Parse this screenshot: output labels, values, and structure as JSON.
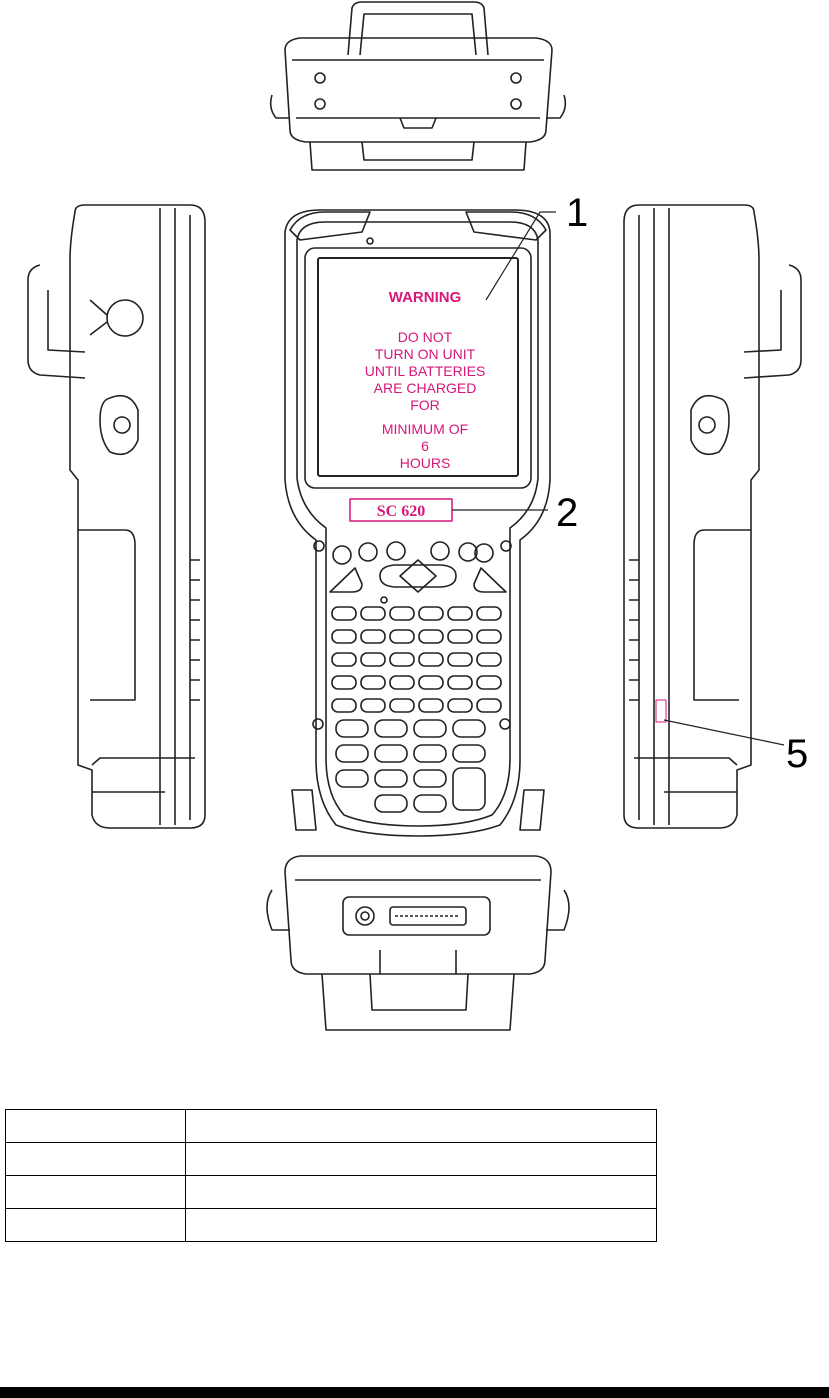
{
  "screen_warning": {
    "heading": "WARNING",
    "lines": [
      "DO NOT",
      "TURN ON UNIT",
      "UNTIL BATTERIES",
      "ARE CHARGED",
      "FOR",
      "MINIMUM OF",
      "6",
      "HOURS"
    ]
  },
  "model_label": "SC 620",
  "callouts": [
    "1",
    "2",
    "5"
  ],
  "parts_table": {
    "rows": [
      [
        "",
        ""
      ],
      [
        "",
        ""
      ],
      [
        "",
        ""
      ],
      [
        "",
        ""
      ]
    ]
  },
  "colors": {
    "warning_text": "#d6177a",
    "line_art": "#222222"
  }
}
